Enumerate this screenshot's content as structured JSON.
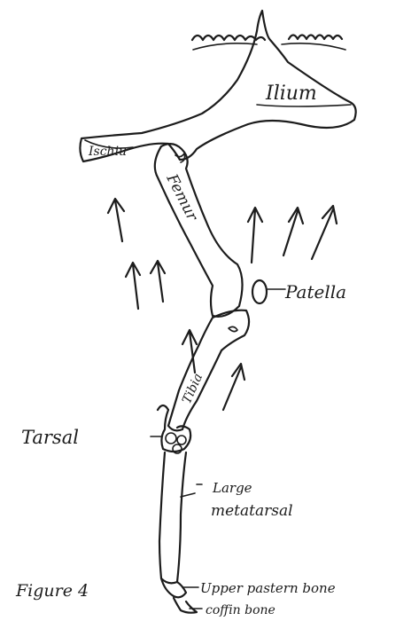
{
  "labels": {
    "ilium": "Ilium",
    "ischium": "Ischiu",
    "femur": "Femur",
    "patella": "Patella",
    "tibia": "Tibia",
    "tarsal": "Tarsal",
    "large_metatarsal_line1": "Large",
    "large_metatarsal_line2": "metatarsal",
    "upper_pastern": "Upper pastern bone",
    "coffin_bone": "coffin bone",
    "figure_caption": "Figure 4"
  }
}
